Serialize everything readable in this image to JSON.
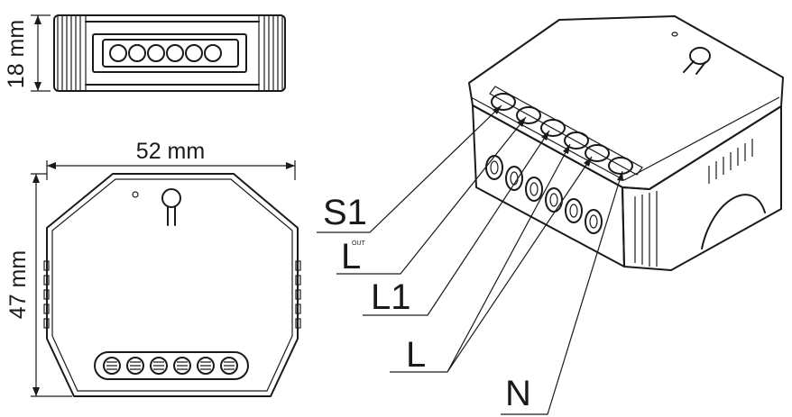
{
  "dimensions": {
    "height": "18 mm",
    "width": "52 mm",
    "depth": "47 mm"
  },
  "terminal_labels": {
    "s1": "S1",
    "l_out_main": "L",
    "l_out_sub": "OUT",
    "l1": "L1",
    "l": "L",
    "n": "N"
  }
}
